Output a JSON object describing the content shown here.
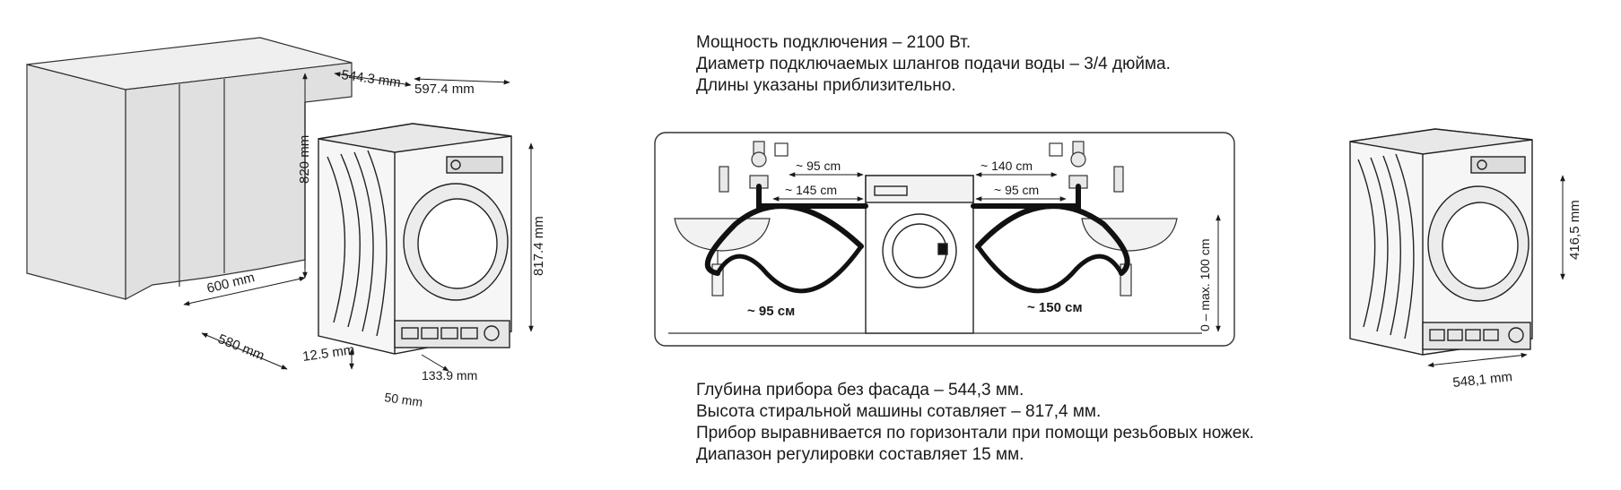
{
  "notes_top": [
    "Мощность подключения – 2100 Вт.",
    "Диаметр подключаемых шлангов подачи воды – 3/4 дюйма.",
    "Длины указаны приблизительно."
  ],
  "notes_bottom": [
    "Глубина прибора без фасада – 544,3 мм.",
    "Высота стиральной машины сотавляет – 817,4 мм.",
    "Прибор выравнивается по горизонтали при помощи резьбовых ножек.",
    "Диапазон регулировки составляет 15 мм."
  ],
  "left_dims": {
    "d544": "544.3 mm",
    "d597": "597.4 mm",
    "d820": "820 mm",
    "d817": "817.4 mm",
    "d600": "600 mm",
    "d580": "580 mm",
    "d12": "12.5 mm",
    "d133": "133.9 mm",
    "d50": "50 mm"
  },
  "middle_dims": {
    "top_left_1": "~ 95 cm",
    "top_left_2": "~ 145 cm",
    "top_right_1": "~ 140 cm",
    "top_right_2": "~ 95 cm",
    "bottom_left": "~ 95 см",
    "bottom_right": "~ 150 см",
    "height_range": "0 – max. 100 cm"
  },
  "right_dims": {
    "d416": "416,5 mm",
    "d548": "548,1 mm"
  }
}
